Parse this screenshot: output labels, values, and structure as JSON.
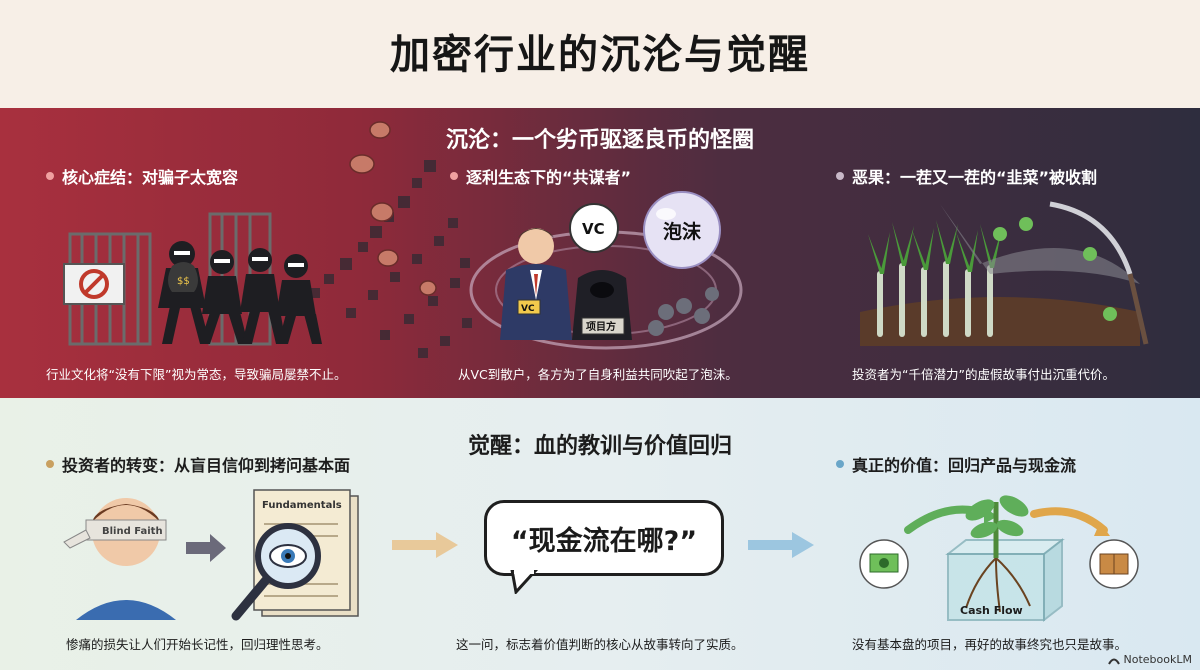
{
  "title": "加密行业的沉沦与觉醒",
  "decline": {
    "section_title": "沉沦：一个劣币驱逐良币的怪圈",
    "columns": [
      {
        "heading": "核心症结：对骗子太宽容",
        "caption": "行业文化将“没有下限”视为常态，导致骗局屡禁不止。",
        "dot_color": "#f0a0a0"
      },
      {
        "heading": "逐利生态下的“共谋者”",
        "caption": "从VC到散户，各方为了自身利益共同吹起了泡沫。",
        "dot_color": "#f0a0a0"
      },
      {
        "heading": "恶果：一茬又一茬的“韭菜”被收割",
        "caption": "投资者为“千倍潜力”的虚假故事付出沉重代价。",
        "dot_color": "#c8b8c8"
      }
    ],
    "labels": {
      "vc_bubble": "VC",
      "bubble": "泡沫",
      "badge_vc": "VC",
      "badge_project": "项目方",
      "money_bag": "$$"
    }
  },
  "awakening": {
    "section_title": "觉醒：血的教训与价值回归",
    "columns": [
      {
        "heading": "投资者的转变：从盲目信仰到拷问基本面",
        "caption": "惨痛的损失让人们开始长记性，回归理性思考。",
        "dot_color": "#c9a060"
      },
      {
        "heading": "",
        "caption": "这一问，标志着价值判断的核心从故事转向了实质。",
        "dot_color": ""
      },
      {
        "heading": "真正的价值：回归产品与现金流",
        "caption": "没有基本盘的项目，再好的故事终究也只是故事。",
        "dot_color": "#6aa6c8"
      }
    ],
    "quote": "“现金流在哪?”",
    "labels": {
      "blindfold": "Blind Faith",
      "document": "Fundamentals",
      "box": "Cash Flow"
    }
  },
  "footer": {
    "brand": "NotebookLM"
  },
  "colors": {
    "crimson": "#a8303e",
    "dark": "#2e2d3e",
    "mint": "#e9f1e7",
    "sky": "#d9e8f1"
  }
}
